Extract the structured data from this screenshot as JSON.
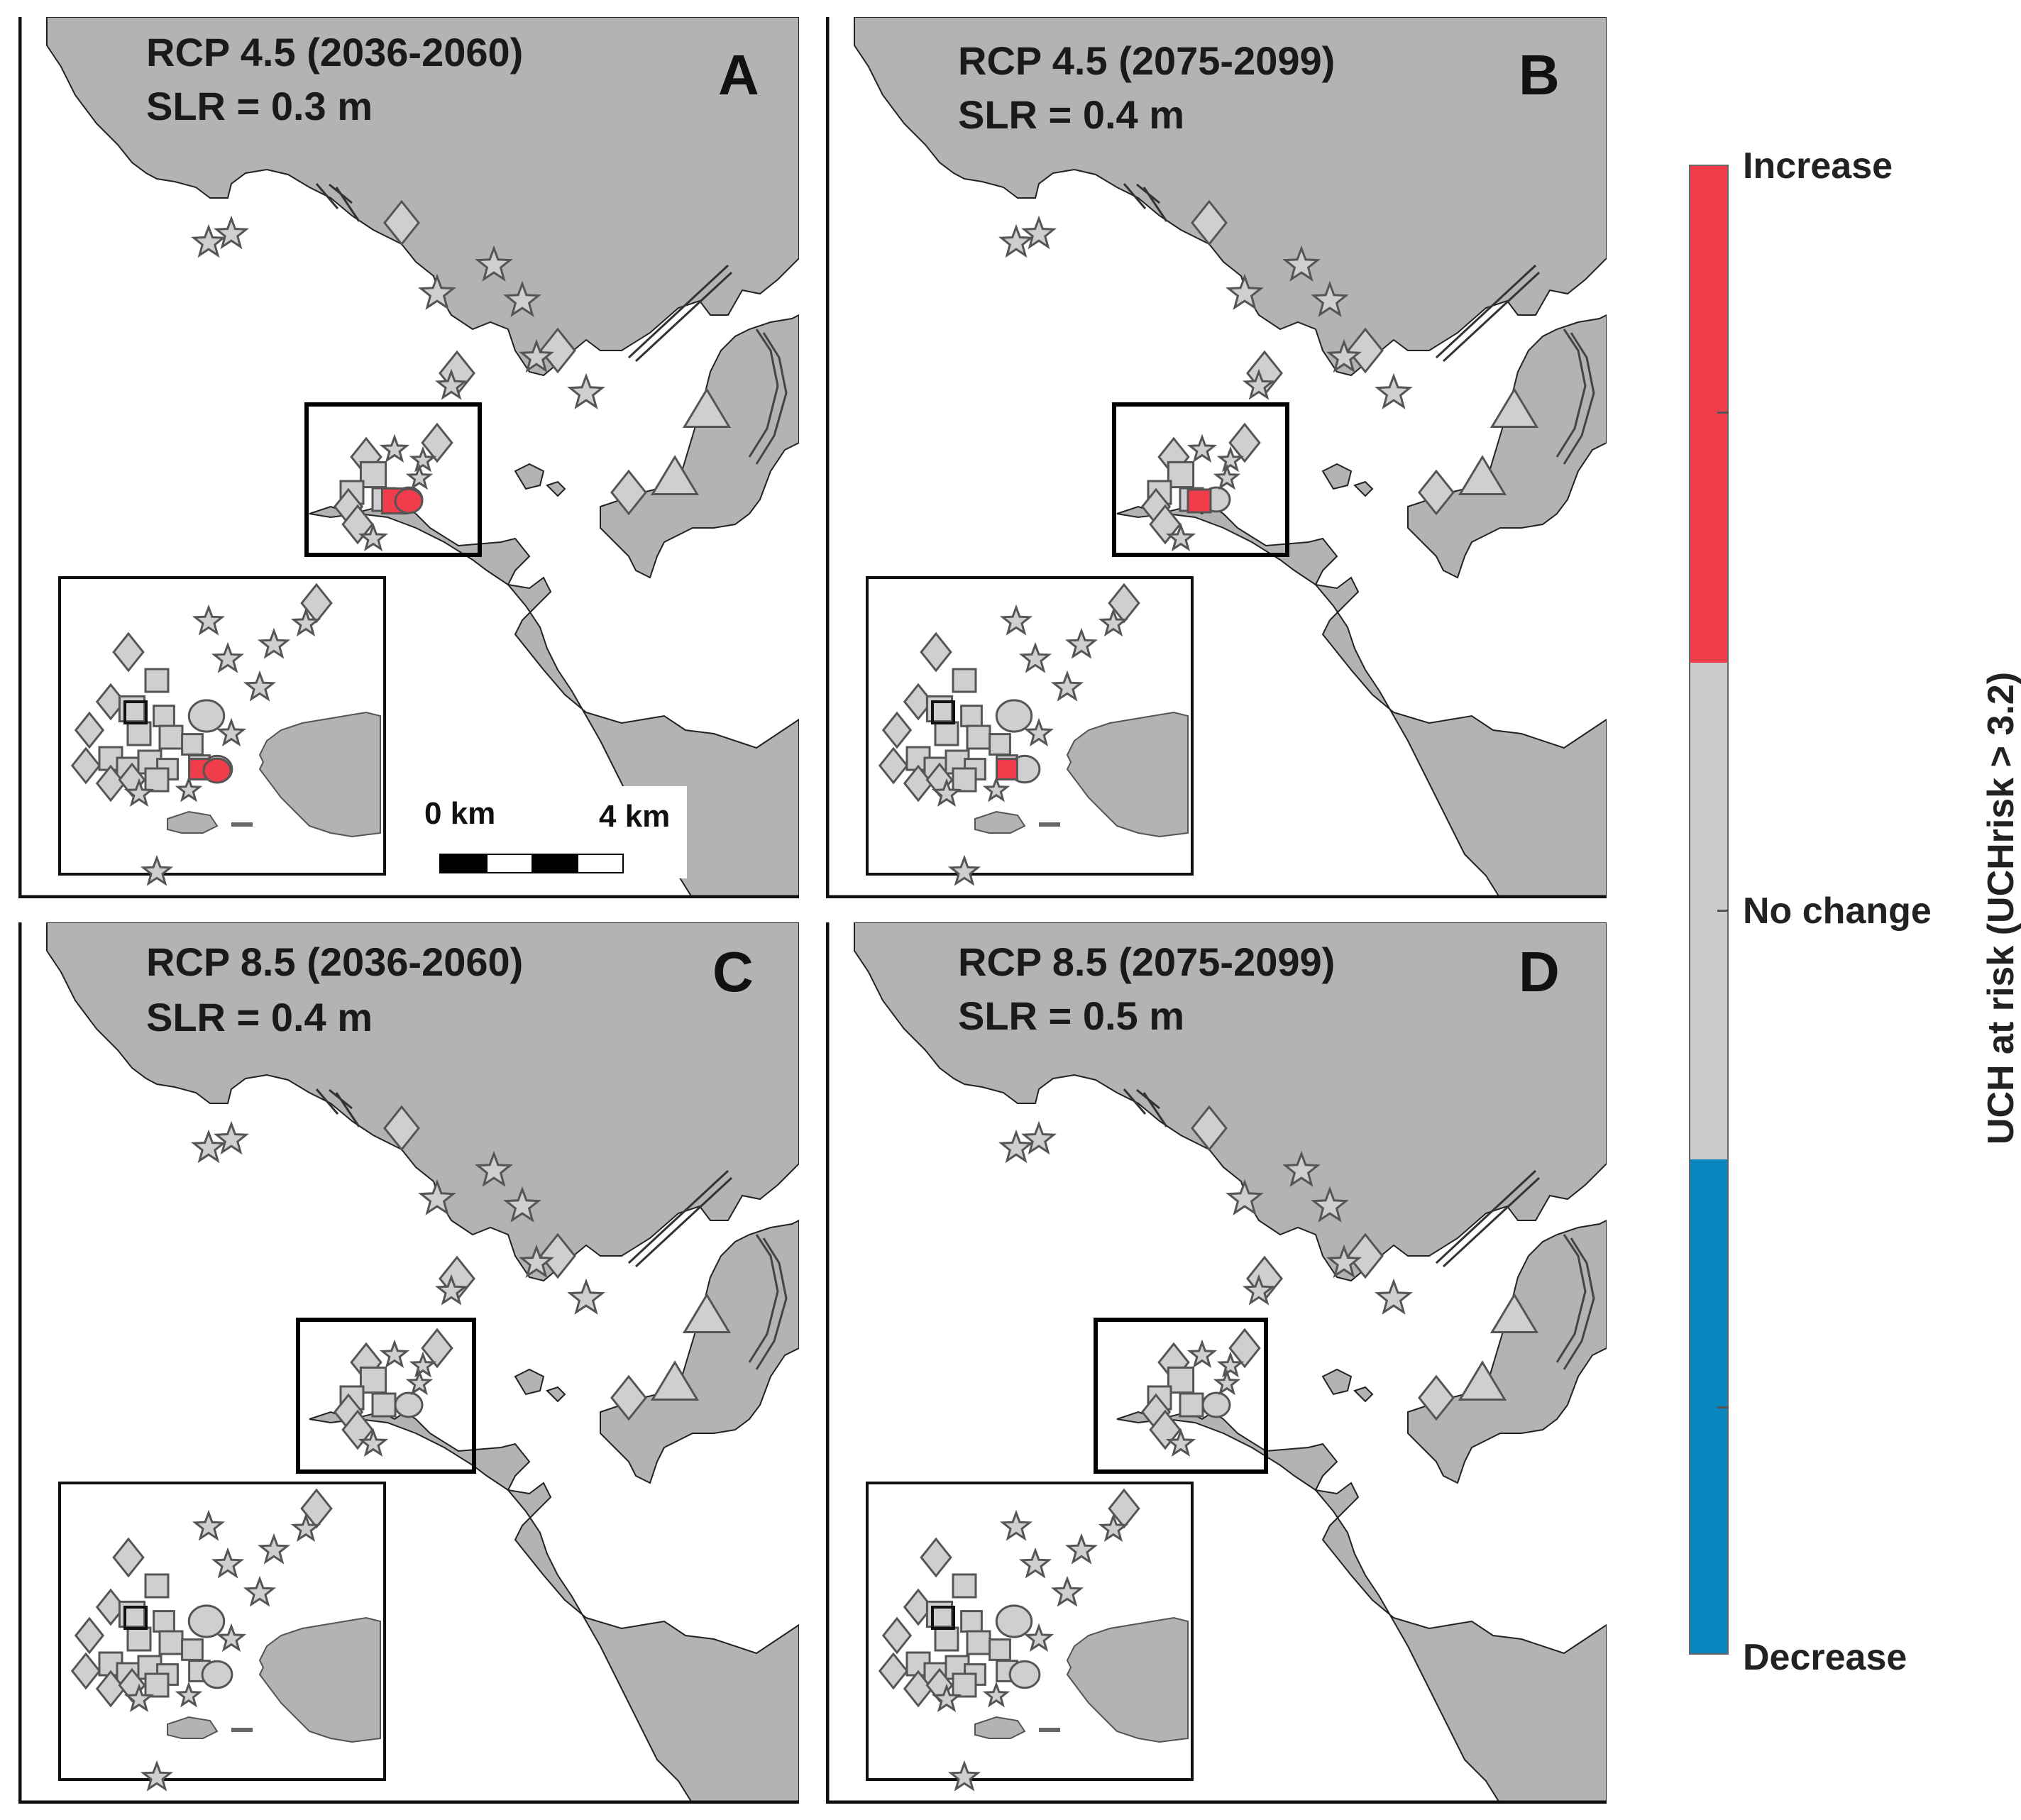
{
  "panels": [
    {
      "letter": "A",
      "scenario": "RCP 4.5 (2036-2060)",
      "slr": "SLR = 0.3 m",
      "highlight": "A"
    },
    {
      "letter": "B",
      "scenario": "RCP 4.5 (2075-2099)",
      "slr": "SLR = 0.4 m",
      "highlight": "B"
    },
    {
      "letter": "C",
      "scenario": "RCP 8.5 (2036-2060)",
      "slr": "SLR = 0.4 m",
      "highlight": "none"
    },
    {
      "letter": "D",
      "scenario": "RCP 8.5 (2075-2099)",
      "slr": "SLR = 0.5 m",
      "highlight": "none"
    }
  ],
  "scale_bar": {
    "start_label": "0 km",
    "end_label": "4 km"
  },
  "legend": {
    "title": "UCH at risk (UCHrisk > 3.2)",
    "labels": {
      "top": "Increase",
      "middle": "No change",
      "bottom": "Decrease"
    },
    "colors": {
      "increase": "#f03c4b",
      "no_change": "#cccccc",
      "decrease": "#0a87be"
    }
  },
  "colors": {
    "land": "#b3b3b3",
    "marker_fill": "#cfcfcf",
    "marker_stroke": "#555555",
    "highlight": "#f03c4b"
  },
  "icons": [
    "star-marker",
    "diamond-marker",
    "square-marker",
    "circle-marker",
    "triangle-marker"
  ]
}
